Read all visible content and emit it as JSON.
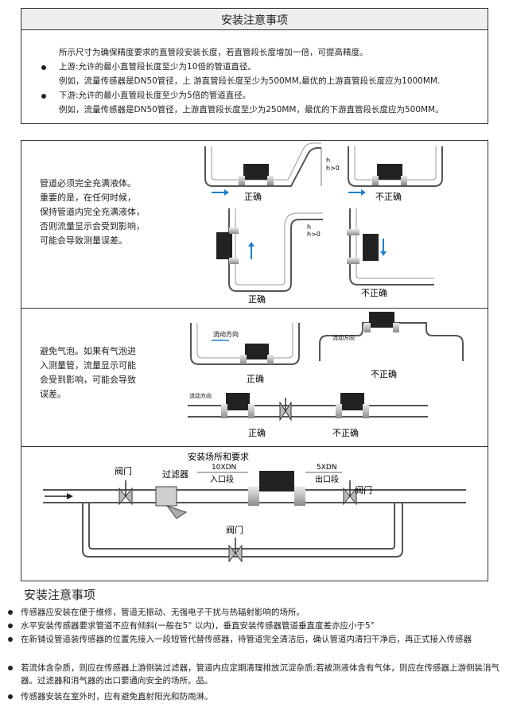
{
  "top_section": {
    "title": "安装注意事项",
    "lines": [
      "所示尺寸为确保精度要求的直管段安装长度，若直管段长度增加一倍，可提高精度。",
      "上游:允许的最小直管段长度至少为10倍的管道直径。",
      "例如，流量传感器是DN50管径，上 游直管段长度至少为500MM,最优的上游直管段长度应为1000MM.",
      "下游:允许的最小直管段长度至少为5倍的管道直径。",
      "例如，流量传感器是DN50管径，上游直管段长度至少为250MM，最优的下游直管段长度应为500MM。"
    ]
  },
  "panel_fill": {
    "text": [
      "管道必须完全充满液体。",
      "重要的是，在任何时候，",
      "保持管道内完全充满液体，",
      "否则流量显示会受到影响，",
      "可能会导致测量误差。"
    ],
    "labels": {
      "correct_1": "正确",
      "wrong_1": "不正确",
      "correct_2": "正确",
      "wrong_2": "不正确",
      "h_label_1": "h",
      "h_cond_1": "h>0",
      "h_label_2": "h",
      "h_cond_2": "h>0"
    }
  },
  "panel_bubbles": {
    "text": [
      "避免气泡。如果有气泡进",
      "入测量管，流量显示可能",
      "会受到影响，可能会导致",
      "误差。"
    ],
    "labels": {
      "correct_1": "正确",
      "wrong_1": "不正确",
      "correct_2": "正确",
      "wrong_2": "不正确",
      "flow_dir": "流动方向",
      "flow_dir_2": "流动方向",
      "flow_dir_3": "流动方向"
    }
  },
  "panel_install": {
    "title": "安装场所和要求",
    "labels": {
      "valve_1": "阀门",
      "filter": "过滤器",
      "inlet_dim": "10XDN",
      "inlet": "入口段",
      "outlet_dim": "5XDN",
      "outlet": "出口段",
      "valve_2": "阀门",
      "valve_3": "阀门"
    }
  },
  "notes": {
    "title": "安装注意事项",
    "items": [
      "传感器应安装在便于维修，管道无振动、无强电子干扰与热辐射影响的场所。",
      "水平安装传感器要求管道不应有倾斜(一般在5° 以内)，垂直安装传感器管道垂直度差亦应小于5°",
      "在新铺设管道装传感器的位置先接入一段短管代替传感器，待管道完全清洁后，确认管道内清扫干净后，再正式接入传感器",
      "若流体含杂质，则应在传感器上游侧装过滤器，管道内应定期清理排放沉淀杂质;若被测液体含有气体，则应在传感器上游侧装消气器。过滤器和消气器的出口要通向安全的场所。品。",
      "传感器安装在室外时，应有避免直射阳光和防雨淋。"
    ]
  }
}
